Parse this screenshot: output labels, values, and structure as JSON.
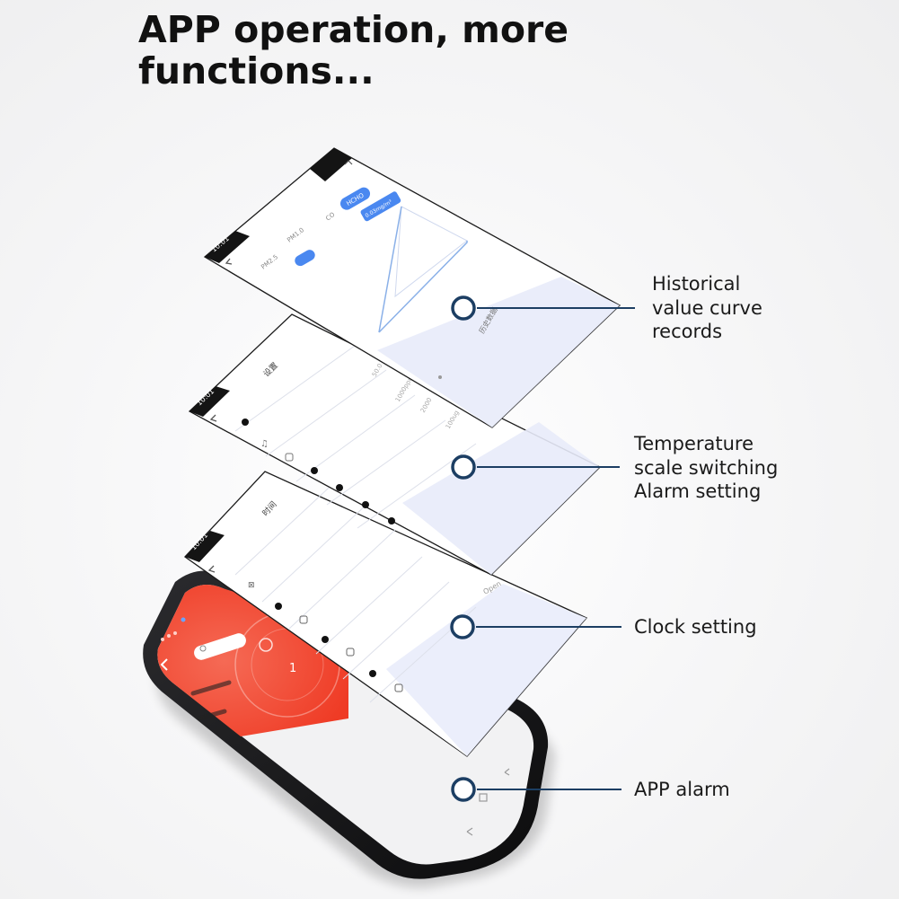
{
  "headline": {
    "line1": "APP operation, more",
    "line2": "functions..."
  },
  "screens": {
    "history": {
      "status_time": "10:01",
      "tabs": [
        "PM2.5",
        "PM1.0",
        "CO",
        "HCHO"
      ],
      "value_badge": "0.03mg/m³",
      "chart_caption": "历史数据"
    },
    "settings": {
      "status_time": "10:01",
      "title": "设置",
      "values": [
        "50.0",
        "1000ppm",
        "2000",
        "100ug"
      ]
    },
    "clock": {
      "status_time": "10:01",
      "title": "时间",
      "link": "Open"
    },
    "alarm": {
      "badge": "1"
    }
  },
  "callouts": {
    "history": [
      "Historical",
      "value curve",
      "records"
    ],
    "settings": [
      "Temperature",
      "scale switching",
      "Alarm setting"
    ],
    "clock": [
      "Clock setting"
    ],
    "alarm": [
      "APP alarm"
    ]
  },
  "colors": {
    "accent_blue": "#4a88f0",
    "alarm_red": "#f0452f",
    "callout_ring": "#1c3e63",
    "screen_tint": "#e8ebfa"
  }
}
